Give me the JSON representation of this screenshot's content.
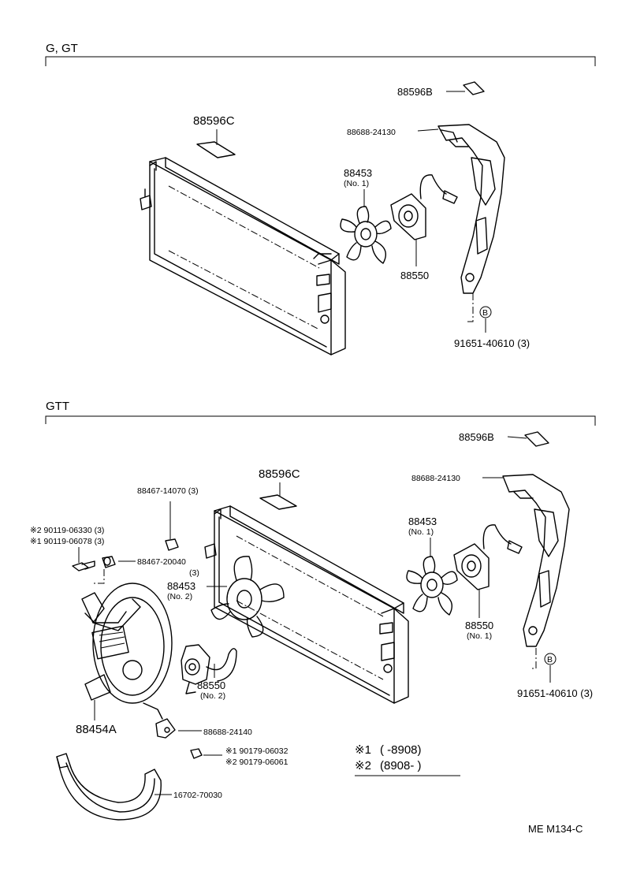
{
  "sections": [
    {
      "header": "G, GT"
    },
    {
      "header": "GTT"
    }
  ],
  "upper_labels": {
    "label_88596B": "88596B",
    "label_88596C": "88596C",
    "label_88688_24130": "88688-24130",
    "label_88453": "88453",
    "label_88453_sub": "(No. 1)",
    "label_88550": "88550",
    "label_91651": "91651-40610 (3)",
    "circle_b": "B"
  },
  "lower_labels": {
    "label_88596B": "88596B",
    "label_88596C": "88596C",
    "label_88688_24130": "88688-24130",
    "label_88467_14070": "88467-14070 (3)",
    "label_star2_90119": "※2 90119-06330 (3)",
    "label_star1_90119": "※1 90119-06078 (3)",
    "label_88467_20040": "88467-20040",
    "label_88467_20040_qty": "(3)",
    "label_88453_left": "88453",
    "label_88453_left_sub": "(No. 2)",
    "label_88453_right": "88453",
    "label_88453_right_sub": "(No. 1)",
    "label_88550_left": "88550",
    "label_88550_left_sub": "(No. 2)",
    "label_88550_right": "88550",
    "label_88550_right_sub": "(No. 1)",
    "label_91651": "91651-40610 (3)",
    "circle_b": "B",
    "label_88454A": "88454A",
    "label_88688_24140": "88688-24140",
    "label_star1_90179": "※1 90179-06032",
    "label_star2_90179": "※2 90179-06061",
    "label_16702": "16702-70030"
  },
  "legend": {
    "row1_mark": "※1",
    "row1_text": "(        -8908)",
    "row2_mark": "※2",
    "row2_text": "(8908-        )"
  },
  "footer": {
    "code": "ME M134-C"
  }
}
